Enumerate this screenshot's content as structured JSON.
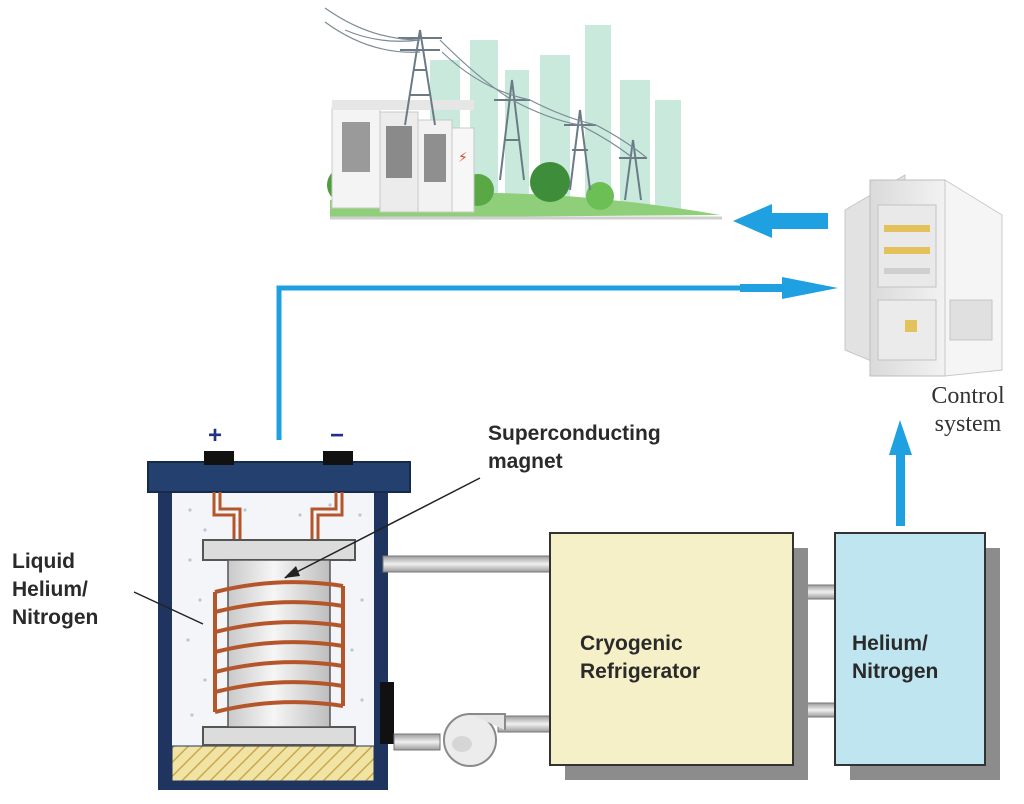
{
  "labels": {
    "superconducting_magnet": "Superconducting\nmagnet",
    "liquid_coolant": "Liquid\nHelium/\nNitrogen",
    "cryogenic_refrigerator": "Cryogenic\nRefrigerator",
    "helium_nitrogen_tank": "Helium/\nNitrogen",
    "control_system": "Control\nsystem",
    "terminal_positive": "+",
    "terminal_negative": "−"
  },
  "colors": {
    "flow_arrow": "#1fa0e0",
    "refrigerator_fill": "#f6f0c8",
    "tank_fill": "#bfe5f0",
    "vessel_wall": "#1f3560",
    "coil": "#b5562a"
  },
  "icons": {
    "grid": "power-grid-city-icon",
    "control": "electrical-cabinet-icon",
    "pump": "pump-icon"
  }
}
